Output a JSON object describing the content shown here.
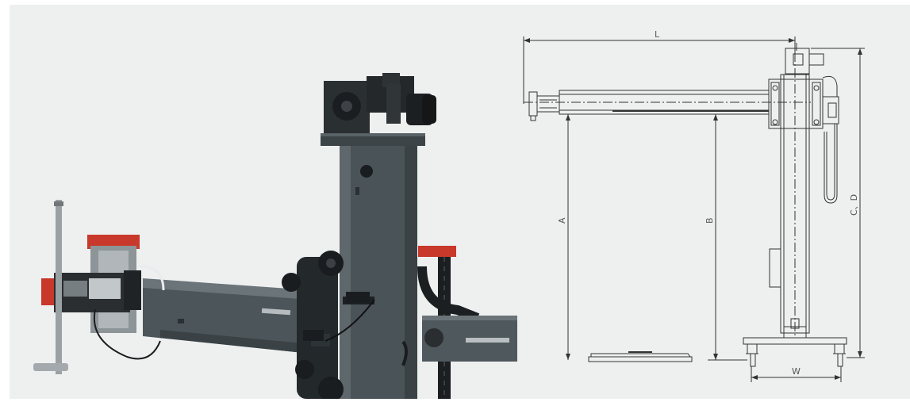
{
  "background": "#eef0ef",
  "photo": {
    "steel_color": "#4a5358",
    "red_accent": "#c8382b"
  },
  "drawing": {
    "stroke_color": "#333333",
    "dimension_labels": {
      "length": "L",
      "height_a": "A",
      "height_b": "B",
      "height_cd": "C、D",
      "width": "W"
    }
  }
}
